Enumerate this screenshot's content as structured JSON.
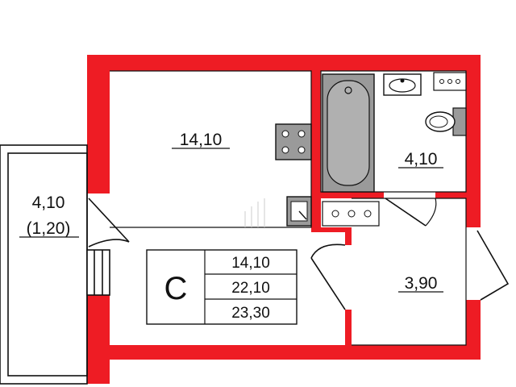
{
  "plan": {
    "rooms": {
      "living_area": "14,10",
      "bathroom_area": "4,10",
      "hall_area": "3,90",
      "balcony_area": "4,10",
      "balcony_reduced": "(1,20)"
    },
    "summary": {
      "type_letter": "С",
      "living": "14,10",
      "total": "22,10",
      "total_with_balcony": "23,30"
    },
    "colors": {
      "wall": "#ee1c24",
      "line": "#111111",
      "fixture_gray": "#9a9a9a"
    }
  }
}
